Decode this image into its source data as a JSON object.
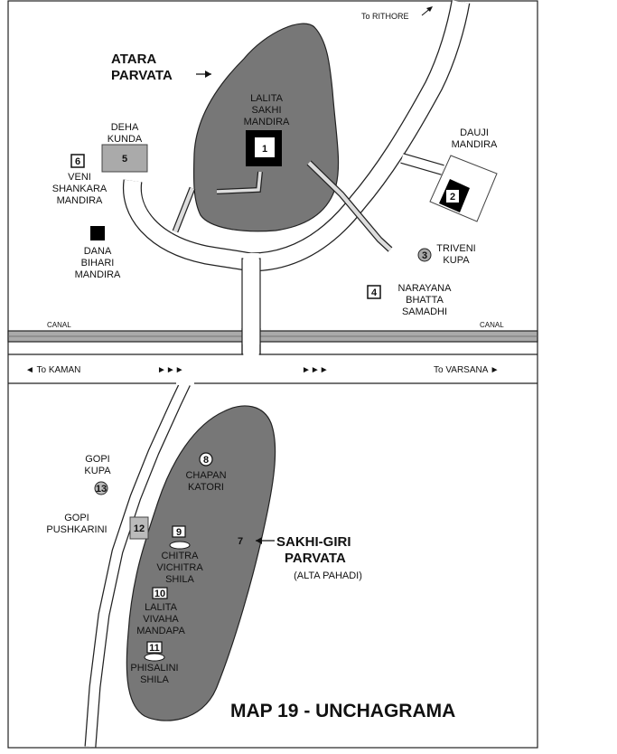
{
  "map": {
    "title": "MAP 19 - UNCHAGRAMA",
    "directions": {
      "rithore": "To RITHORE",
      "kaman": "◄ To KAMAN",
      "varsana": "To VARSANA ►",
      "arrows_left": "►►►",
      "arrows_right": "►►►"
    },
    "canal": {
      "left": "CANAL",
      "right": "CANAL"
    },
    "hills": {
      "atara": {
        "line1": "ATARA",
        "line2": "PARVATA"
      },
      "sakhi_giri": {
        "line1": "SAKHI-GIRI",
        "line2": "PARVATA",
        "line3": "(ALTA PAHADI)"
      }
    },
    "sites": [
      {
        "num": "1",
        "lines": [
          "LALITA",
          "SAKHI",
          "MANDIRA"
        ]
      },
      {
        "num": "2",
        "lines": [
          "DAUJI",
          "MANDIRA"
        ]
      },
      {
        "num": "3",
        "lines": [
          "TRIVENI",
          "KUPA"
        ]
      },
      {
        "num": "4",
        "lines": [
          "NARAYANA",
          "BHATTA",
          "SAMADHI"
        ]
      },
      {
        "num": "5",
        "lines": [
          "DEHA",
          "KUNDA"
        ]
      },
      {
        "num": "6",
        "lines": [
          "VENI",
          "SHANKARA",
          "MANDIRA"
        ]
      },
      {
        "num": "",
        "lines": [
          "DANA",
          "BIHARI",
          "MANDIRA"
        ]
      },
      {
        "num": "7",
        "lines": []
      },
      {
        "num": "8",
        "lines": [
          "CHAPAN",
          "KATORI"
        ]
      },
      {
        "num": "9",
        "lines": [
          "CHITRA",
          "VICHITRA",
          "SHILA"
        ]
      },
      {
        "num": "10",
        "lines": [
          "LALITA",
          "VIVAHA",
          "MANDAPA"
        ]
      },
      {
        "num": "11",
        "lines": [
          "PHISALINI",
          "SHILA"
        ]
      },
      {
        "num": "12",
        "lines": [
          "GOPI",
          "PUSHKARINI"
        ]
      },
      {
        "num": "13",
        "lines": [
          "GOPI",
          "KUPA"
        ]
      }
    ]
  }
}
